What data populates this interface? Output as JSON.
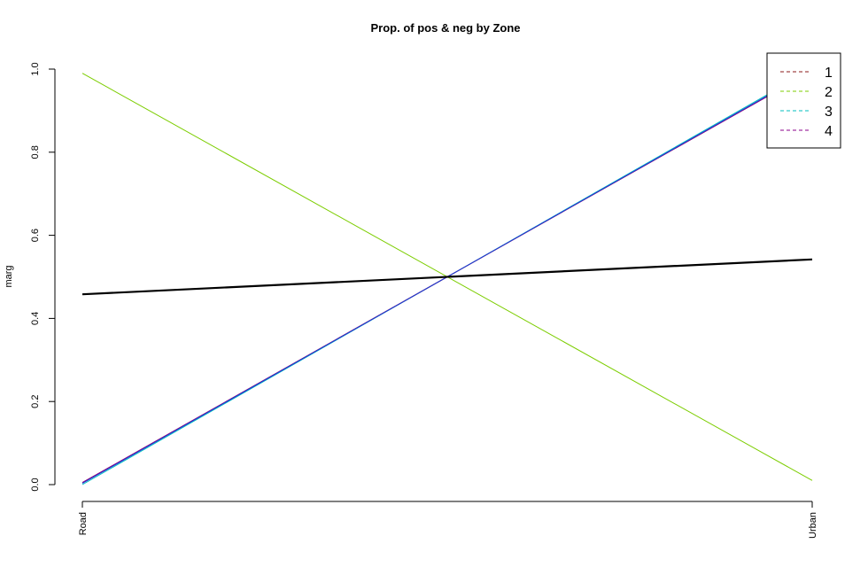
{
  "chart_data": {
    "type": "line",
    "title": "Prop. of pos & neg by Zone",
    "xlabel": "",
    "ylabel": "marg",
    "categories": [
      "Road",
      "Urban"
    ],
    "ylim": [
      0.0,
      1.0
    ],
    "yticks": [
      "0.0",
      "0.2",
      "0.4",
      "0.6",
      "0.8",
      "1.0"
    ],
    "grid": false,
    "legend_position": "top-right",
    "series": [
      {
        "name": "1",
        "color": "#8b1a1a",
        "values": [
          0.005,
          0.995
        ]
      },
      {
        "name": "2",
        "color": "#7ccd00",
        "values": [
          0.99,
          0.01
        ]
      },
      {
        "name": "3",
        "color": "#00bfbf",
        "values": [
          0.0,
          1.0
        ]
      },
      {
        "name": "4",
        "color": "#8b008b",
        "values": [
          0.005,
          0.995
        ]
      }
    ],
    "extra_lines": [
      {
        "color": "#1c3fd6",
        "values": [
          0.003,
          0.997
        ]
      },
      {
        "color": "#000000",
        "values": [
          0.458,
          0.542
        ]
      }
    ]
  }
}
